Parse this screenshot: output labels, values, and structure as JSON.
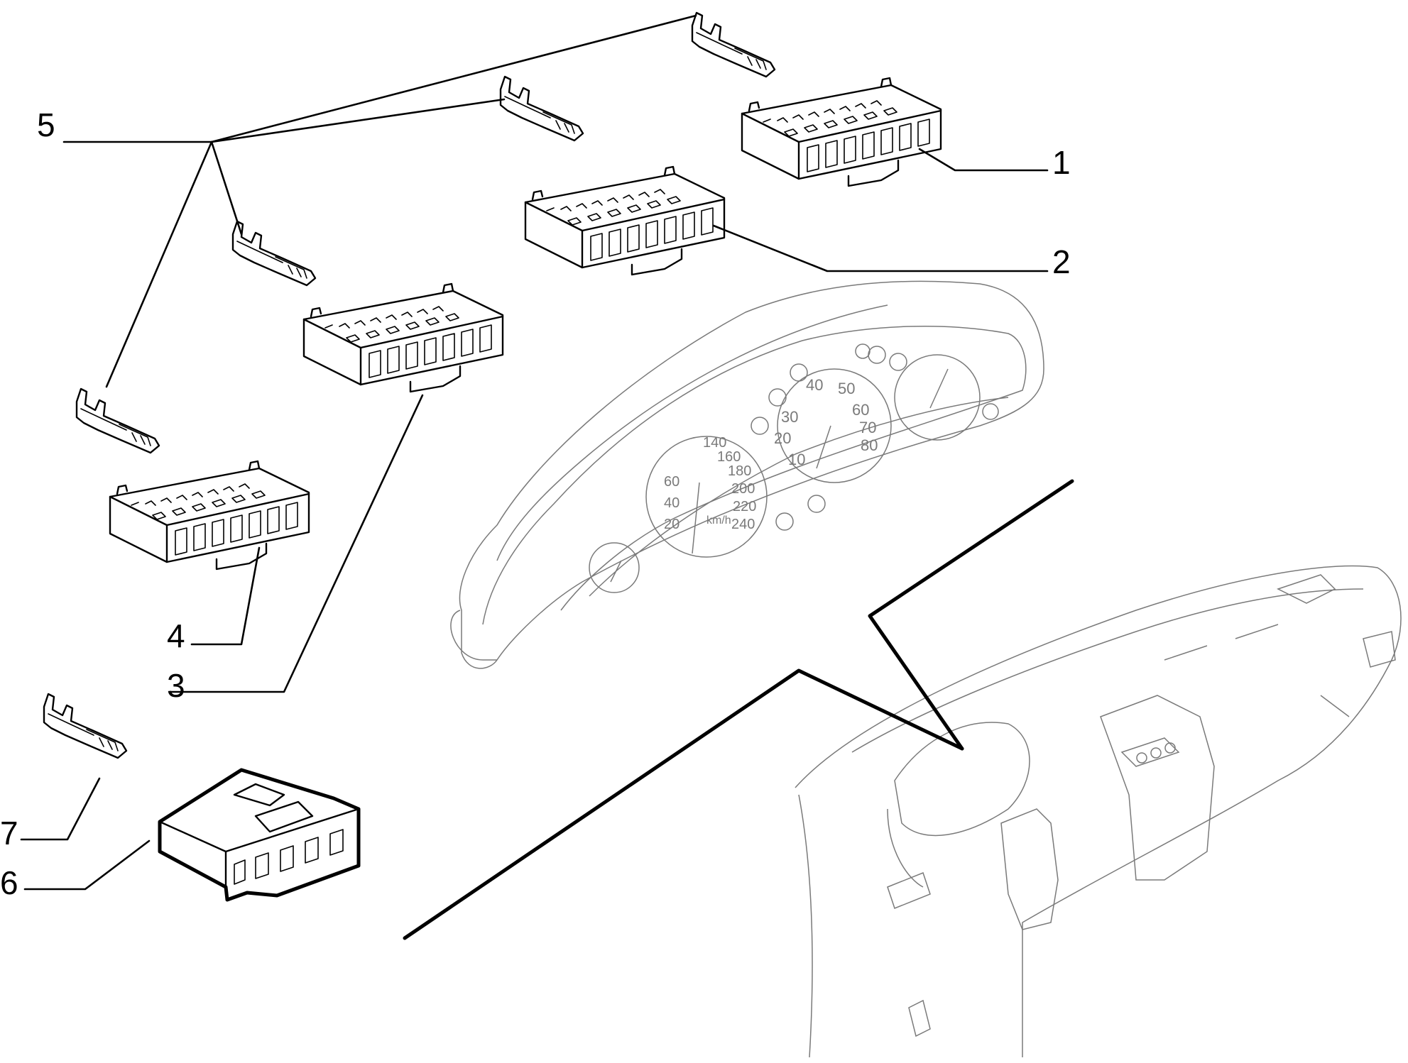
{
  "diagram": {
    "callouts": [
      {
        "id": "1",
        "label": "1"
      },
      {
        "id": "2",
        "label": "2"
      },
      {
        "id": "3",
        "label": "3"
      },
      {
        "id": "4",
        "label": "4"
      },
      {
        "id": "5",
        "label": "5"
      },
      {
        "id": "6",
        "label": "6"
      },
      {
        "id": "7",
        "label": "7"
      }
    ],
    "gauge_numbers": {
      "tacho": [
        "50",
        "60",
        "70",
        "80",
        "30",
        "20",
        "10",
        "40"
      ],
      "speedo": [
        "140",
        "160",
        "180",
        "200",
        "220",
        "240",
        "60",
        "40",
        "20",
        "km/h"
      ]
    },
    "colors": {
      "line": "#000000",
      "sketch": "#7a7a7a",
      "background": "#ffffff"
    }
  }
}
